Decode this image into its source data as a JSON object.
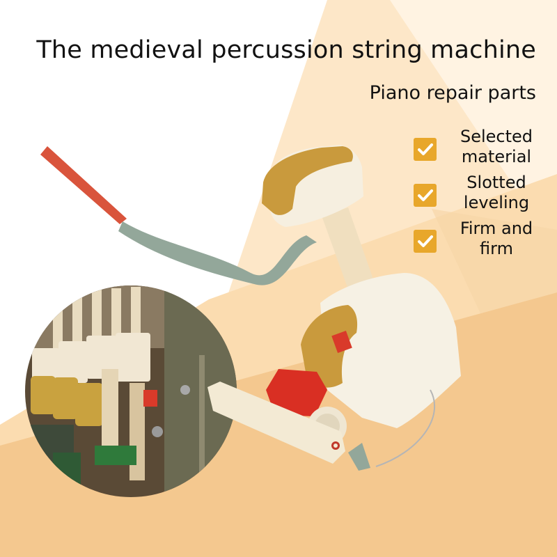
{
  "title": "The medieval percussion string machine",
  "subtitle": "Piano repair parts",
  "features": [
    {
      "label": "Selected material",
      "icon": "checkmark-icon"
    },
    {
      "label": "Slotted leveling",
      "icon": "checkmark-icon"
    },
    {
      "label": "Firm and firm",
      "icon": "checkmark-icon"
    }
  ],
  "colors": {
    "accent_orange": "#e8a72b",
    "background_peach": "#fbe0b8",
    "background_tan": "#f3c88e",
    "felt_gold": "#c99a3d",
    "felt_red": "#d93a2a",
    "wood_cream": "#f4eedd",
    "tape_green": "#8fa295"
  }
}
